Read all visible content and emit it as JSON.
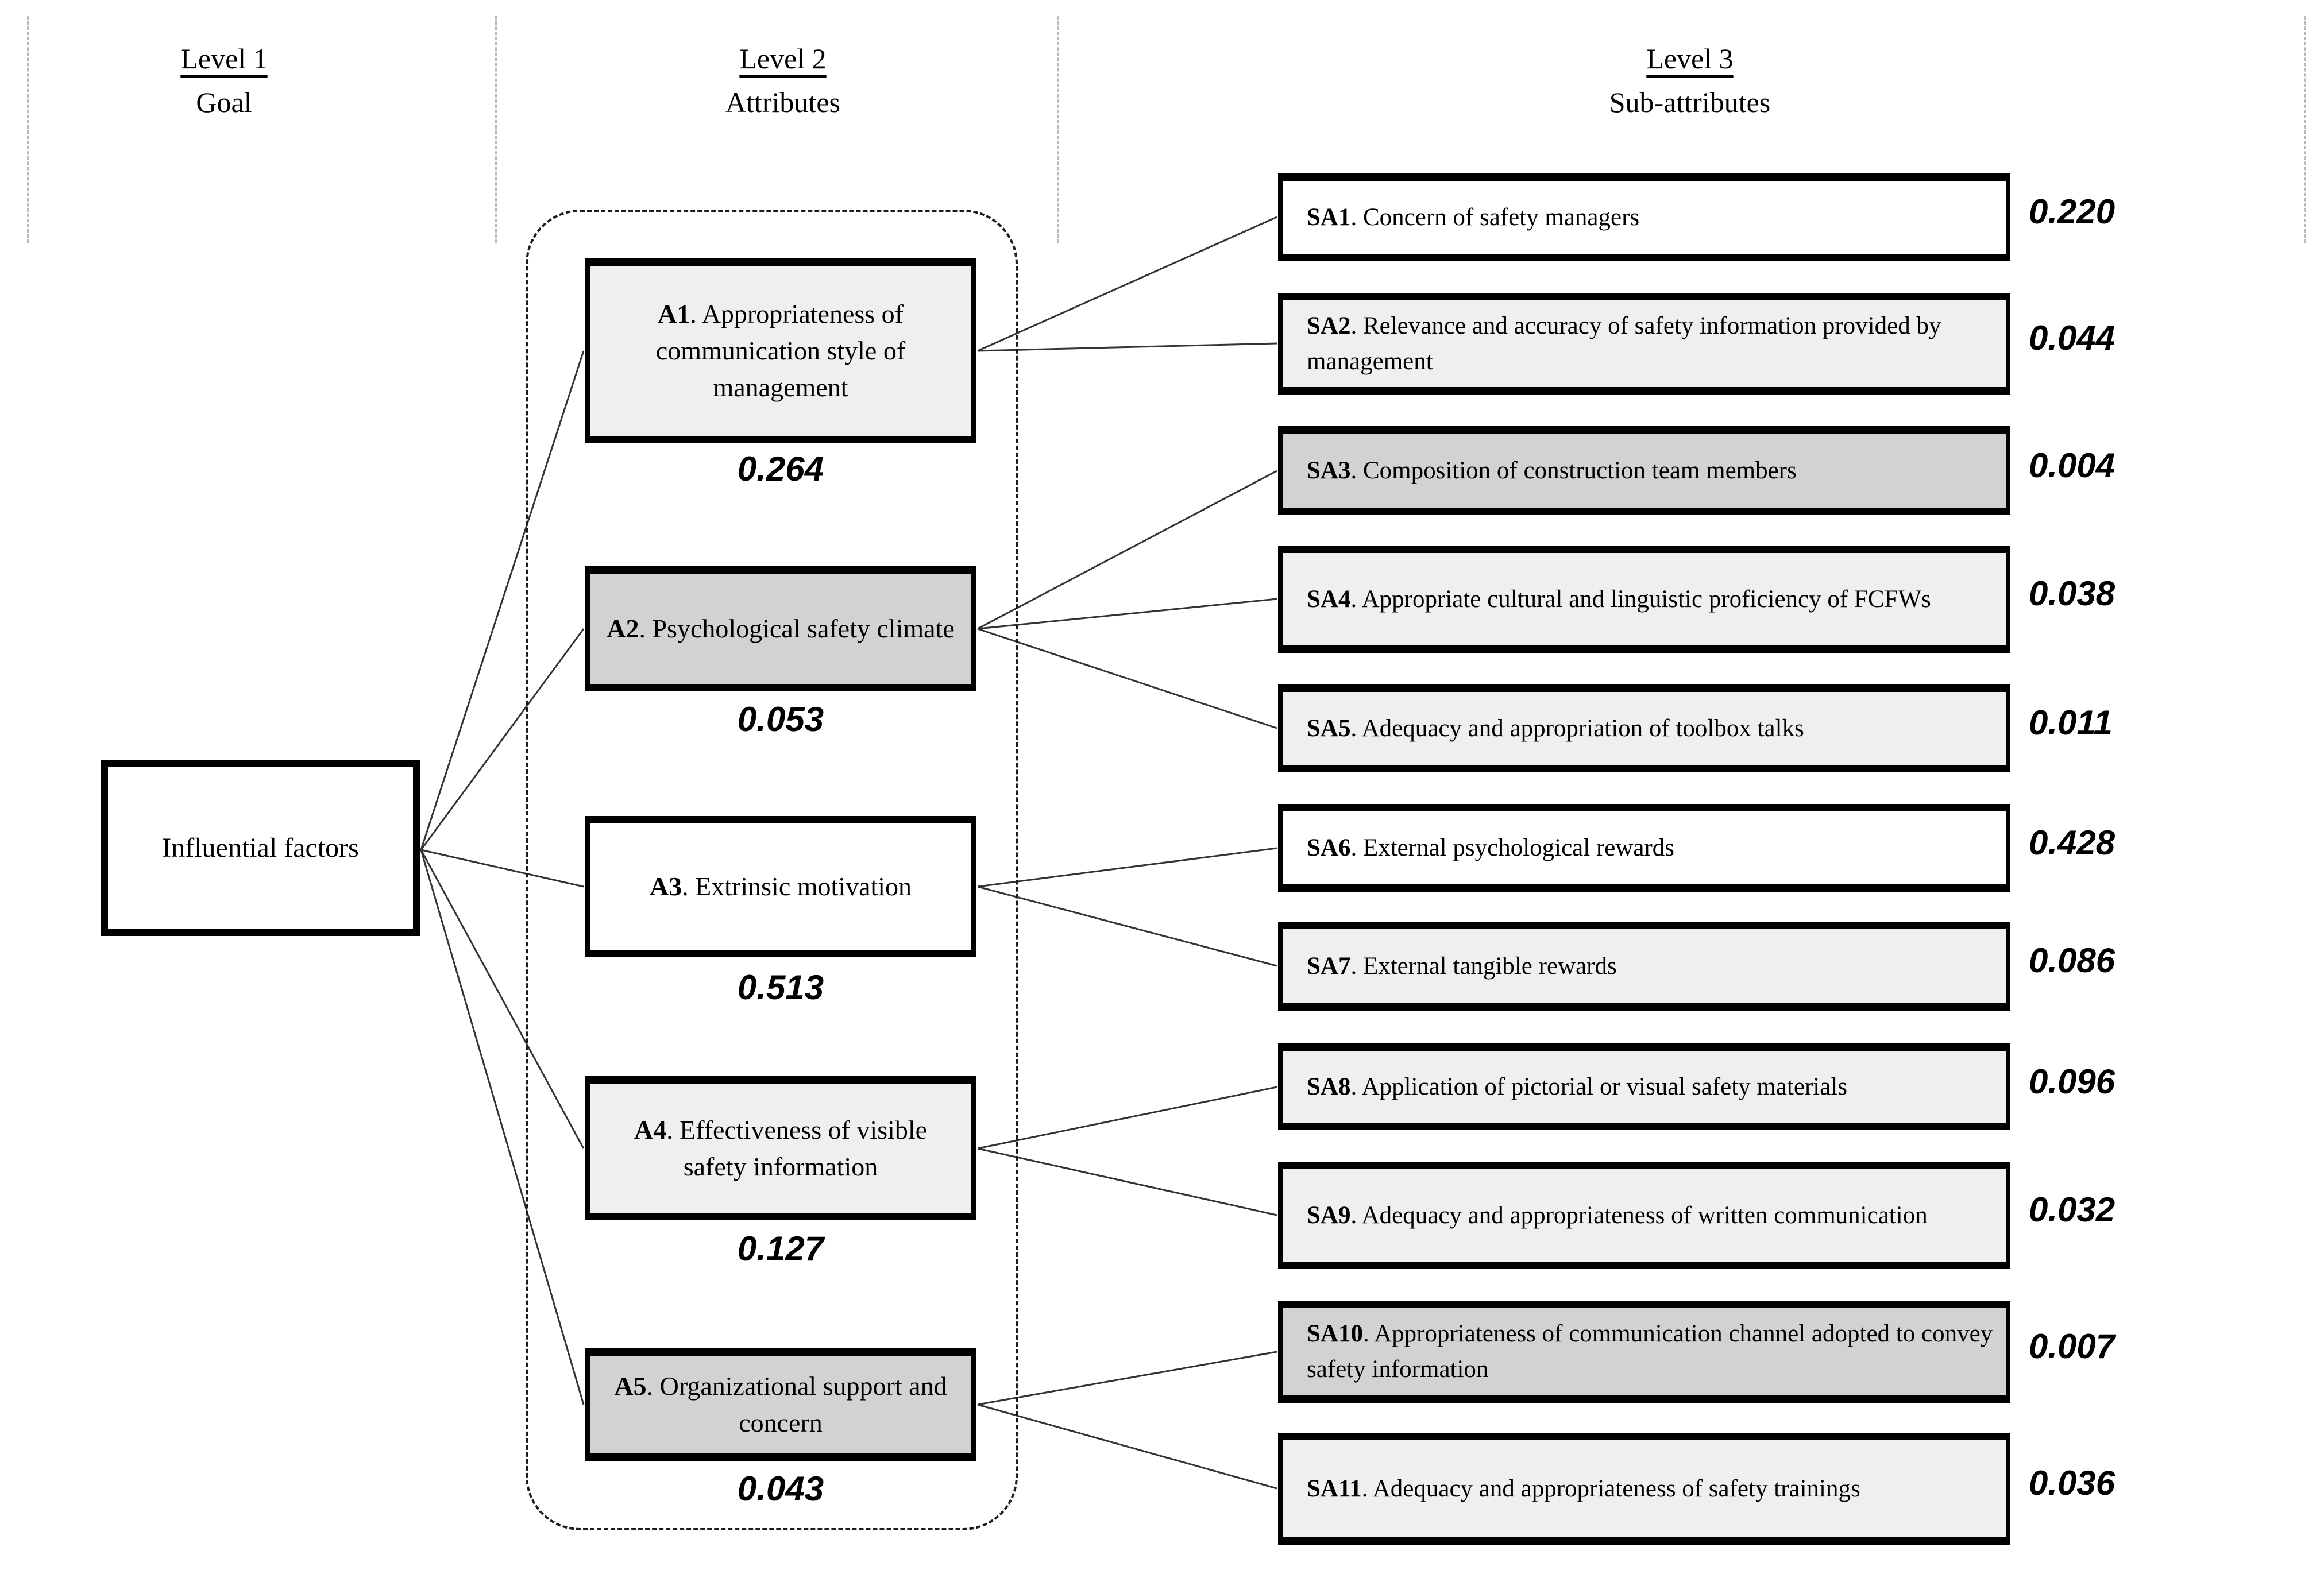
{
  "headers": [
    {
      "title": "Level 1",
      "subtitle": "Goal"
    },
    {
      "title": "Level 2",
      "subtitle": "Attributes"
    },
    {
      "title": "Level 3",
      "subtitle": "Sub-attributes"
    }
  ],
  "goal": {
    "label": "Influential factors"
  },
  "attributes": [
    {
      "code": "A1",
      "text": ". Appropriateness of communication style of management",
      "weight": "0.264",
      "shade": "light"
    },
    {
      "code": "A2",
      "text": ". Psychological safety climate",
      "weight": "0.053",
      "shade": "medium"
    },
    {
      "code": "A3",
      "text": ". Extrinsic motivation",
      "weight": "0.513",
      "shade": "white"
    },
    {
      "code": "A4",
      "text": ". Effectiveness of visible safety information",
      "weight": "0.127",
      "shade": "light"
    },
    {
      "code": "A5",
      "text": ". Organizational support and concern",
      "weight": "0.043",
      "shade": "medium"
    }
  ],
  "sub_attributes": [
    {
      "code": "SA1",
      "text": ". Concern of safety managers",
      "weight": "0.220",
      "shade": "white",
      "parent": "A1"
    },
    {
      "code": "SA2",
      "text": ". Relevance and accuracy of safety information provided by management",
      "weight": "0.044",
      "shade": "light",
      "parent": "A1"
    },
    {
      "code": "SA3",
      "text": ". Composition of construction team members",
      "weight": "0.004",
      "shade": "medium",
      "parent": "A2"
    },
    {
      "code": "SA4",
      "text": ". Appropriate cultural and linguistic proficiency of FCFWs",
      "weight": "0.038",
      "shade": "light",
      "parent": "A2"
    },
    {
      "code": "SA5",
      "text": ". Adequacy and appropriation of toolbox talks",
      "weight": "0.011",
      "shade": "light",
      "parent": "A2"
    },
    {
      "code": "SA6",
      "text": ". External psychological rewards",
      "weight": "0.428",
      "shade": "white",
      "parent": "A3"
    },
    {
      "code": "SA7",
      "text": ". External tangible rewards",
      "weight": "0.086",
      "shade": "light",
      "parent": "A3"
    },
    {
      "code": "SA8",
      "text": ". Application of pictorial or visual safety materials",
      "weight": "0.096",
      "shade": "light",
      "parent": "A4"
    },
    {
      "code": "SA9",
      "text": ". Adequacy and appropriateness of written communication",
      "weight": "0.032",
      "shade": "light",
      "parent": "A4"
    },
    {
      "code": "SA10",
      "text": ". Appropriateness of communication channel adopted to convey safety information",
      "weight": "0.007",
      "shade": "medium",
      "parent": "A5"
    },
    {
      "code": "SA11",
      "text": ". Adequacy and appropriateness of safety trainings",
      "weight": "0.036",
      "shade": "light",
      "parent": "A5"
    }
  ],
  "colors": {
    "white": "#ffffff",
    "light": "#efefef",
    "medium": "#d2d2d2"
  }
}
